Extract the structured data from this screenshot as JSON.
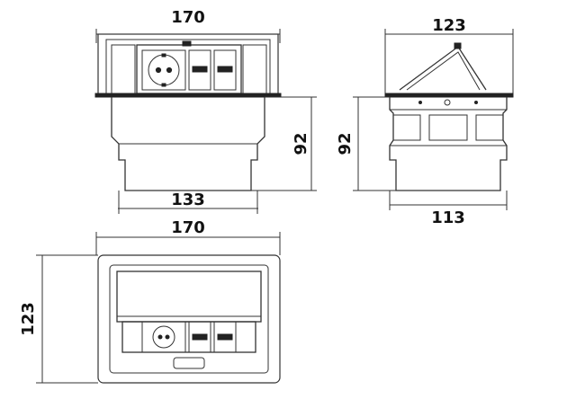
{
  "dimensions": {
    "front_width": "170",
    "front_height": "92",
    "front_base_width": "133",
    "side_top_width": "123",
    "side_height": "92",
    "side_base_width": "113",
    "top_width": "170",
    "top_height": "123"
  }
}
